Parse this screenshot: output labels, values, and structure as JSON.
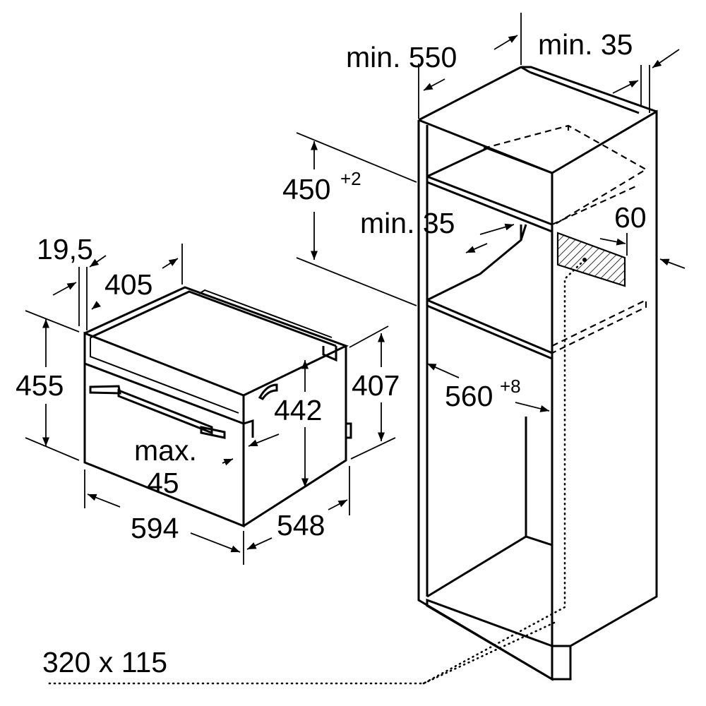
{
  "labels": {
    "cab_depth": "min. 550",
    "cab_top_gap": "min. 35",
    "niche_height": "450",
    "niche_height_tol": "+2",
    "rear_gap": "min. 35",
    "vent_depth": "60",
    "niche_width": "560",
    "niche_width_tol": "+8",
    "vent_cutout": "320 x 115",
    "front_offset": "19,5",
    "oven_depth_top": "405",
    "oven_height": "455",
    "oven_side_height": "407",
    "front_height": "442",
    "max_protrusion_1": "max.",
    "max_protrusion_2": "45",
    "oven_width": "594",
    "oven_depth": "548"
  }
}
